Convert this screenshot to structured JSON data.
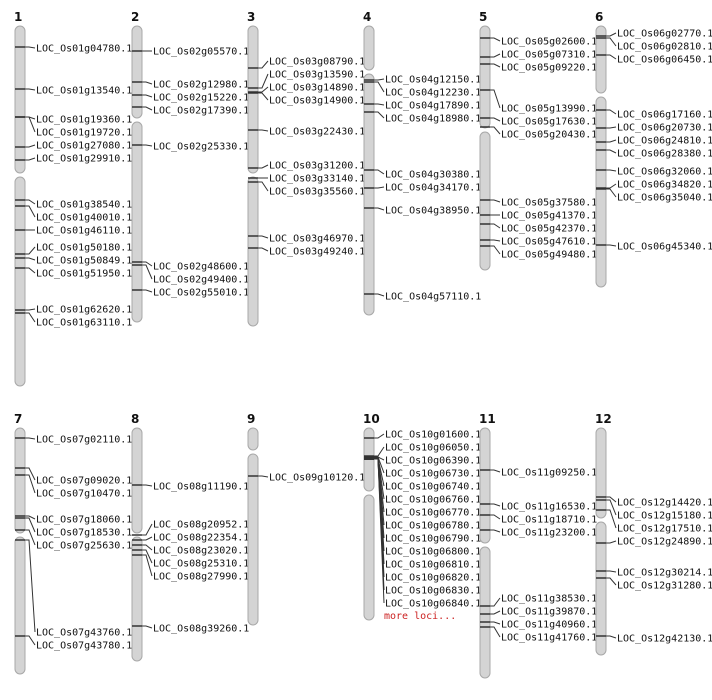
{
  "colors": {
    "chromosome": "#d4d4d4",
    "outline": "#a8a8a8",
    "marker": "#333333",
    "more_loci": "#cc2222"
  },
  "chromosomes": [
    {
      "number": "1",
      "loci": [
        "LOC_Os01g04780.1",
        "LOC_Os01g13540.1",
        "LOC_Os01g19360.1",
        "LOC_Os01g19720.1",
        "LOC_Os01g27080.1",
        "LOC_Os01g29910.1",
        "LOC_Os01g38540.1",
        "LOC_Os01g40010.1",
        "LOC_Os01g46110.1",
        "LOC_Os01g50180.1",
        "LOC_Os01g50849.1",
        "LOC_Os01g51950.1",
        "LOC_Os01g62620.1",
        "LOC_Os01g63110.1"
      ]
    },
    {
      "number": "2",
      "loci": [
        "LOC_Os02g05570.1",
        "LOC_Os02g12980.1",
        "LOC_Os02g15220.1",
        "LOC_Os02g17390.1",
        "LOC_Os02g25330.1",
        "LOC_Os02g48600.1",
        "LOC_Os02g49400.1",
        "LOC_Os02g55010.1"
      ]
    },
    {
      "number": "3",
      "loci": [
        "LOC_Os03g08790.1",
        "LOC_Os03g13590.1",
        "LOC_Os03g14890.1",
        "LOC_Os03g14900.1",
        "LOC_Os03g22430.1",
        "LOC_Os03g31200.1",
        "LOC_Os03g33140.1",
        "LOC_Os03g35560.1",
        "LOC_Os03g46970.1",
        "LOC_Os03g49240.1"
      ]
    },
    {
      "number": "4",
      "loci": [
        "LOC_Os04g12150.1",
        "LOC_Os04g12230.1",
        "LOC_Os04g17890.1",
        "LOC_Os04g18980.1",
        "LOC_Os04g30380.1",
        "LOC_Os04g34170.1",
        "LOC_Os04g38950.1",
        "LOC_Os04g57110.1"
      ]
    },
    {
      "number": "5",
      "loci": [
        "LOC_Os05g02600.1",
        "LOC_Os05g07310.1",
        "LOC_Os05g09220.1",
        "LOC_Os05g13990.1",
        "LOC_Os05g17630.1",
        "LOC_Os05g20430.1",
        "LOC_Os05g37580.1",
        "LOC_Os05g41370.1",
        "LOC_Os05g42370.1",
        "LOC_Os05g47610.1",
        "LOC_Os05g49480.1"
      ]
    },
    {
      "number": "6",
      "loci": [
        "LOC_Os06g02770.1",
        "LOC_Os06g02810.1",
        "LOC_Os06g06450.1",
        "LOC_Os06g17160.1",
        "LOC_Os06g20730.1",
        "LOC_Os06g24810.1",
        "LOC_Os06g28380.1",
        "LOC_Os06g32060.1",
        "LOC_Os06g34820.1",
        "LOC_Os06g35040.1",
        "LOC_Os06g45340.1"
      ]
    },
    {
      "number": "7",
      "loci": [
        "LOC_Os07g02110.1",
        "LOC_Os07g09020.1",
        "LOC_Os07g10470.1",
        "LOC_Os07g18060.1",
        "LOC_Os07g18530.1",
        "LOC_Os07g25630.1",
        "LOC_Os07g43760.1",
        "LOC_Os07g43780.1"
      ]
    },
    {
      "number": "8",
      "loci": [
        "LOC_Os08g11190.1",
        "LOC_Os08g20952.1",
        "LOC_Os08g22354.1",
        "LOC_Os08g23020.1",
        "LOC_Os08g25310.1",
        "LOC_Os08g27990.1",
        "LOC_Os08g39260.1"
      ]
    },
    {
      "number": "9",
      "loci": [
        "LOC_Os09g10120.1"
      ]
    },
    {
      "number": "10",
      "loci": [
        "LOC_Os10g01600.1",
        "LOC_Os10g06050.1",
        "LOC_Os10g06390.1",
        "LOC_Os10g06730.1",
        "LOC_Os10g06740.1",
        "LOC_Os10g06760.1",
        "LOC_Os10g06770.1",
        "LOC_Os10g06780.1",
        "LOC_Os10g06790.1",
        "LOC_Os10g06800.1",
        "LOC_Os10g06810.1",
        "LOC_Os10g06820.1",
        "LOC_Os10g06830.1",
        "LOC_Os10g06840.1"
      ],
      "more": "more loci..."
    },
    {
      "number": "11",
      "loci": [
        "LOC_Os11g09250.1",
        "LOC_Os11g16530.1",
        "LOC_Os11g18710.1",
        "LOC_Os11g23200.1",
        "LOC_Os11g38530.1",
        "LOC_Os11g39870.1",
        "LOC_Os11g40960.1",
        "LOC_Os11g41760.1"
      ]
    },
    {
      "number": "12",
      "loci": [
        "LOC_Os12g14420.1",
        "LOC_Os12g15180.1",
        "LOC_Os12g17510.1",
        "LOC_Os12g24890.1",
        "LOC_Os12g30214.1",
        "LOC_Os12g31280.1",
        "LOC_Os12g42130.1"
      ]
    }
  ]
}
